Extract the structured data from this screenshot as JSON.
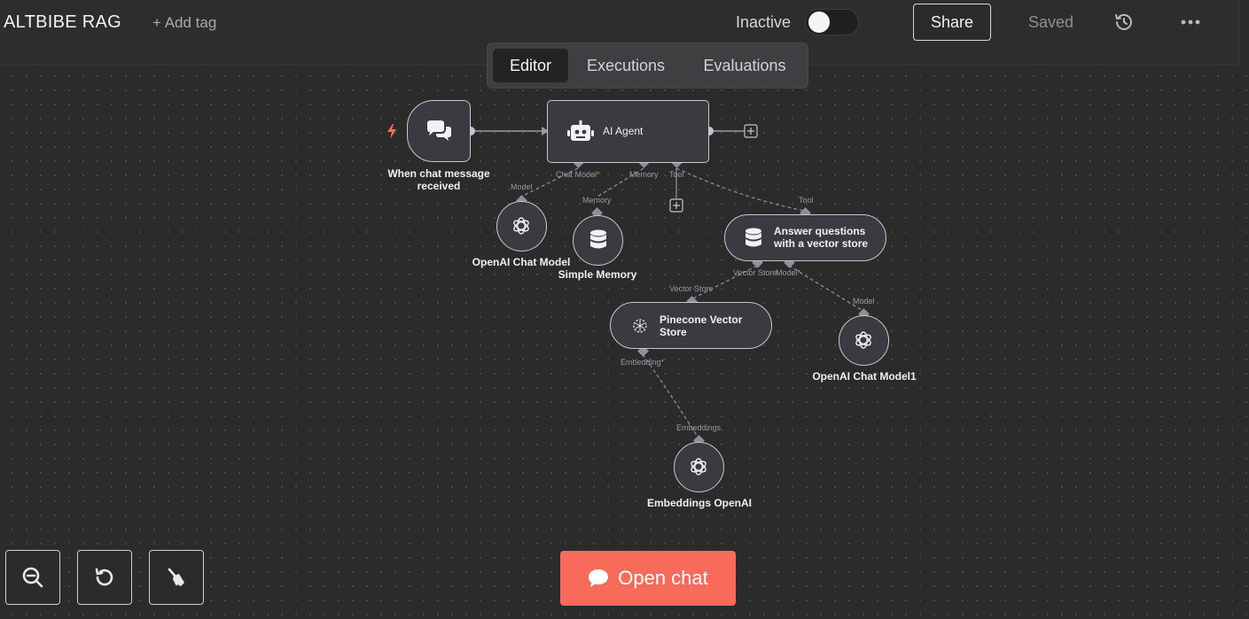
{
  "header": {
    "workflow_name": "ALTBIBE RAG",
    "add_tag": "+ Add tag",
    "status_label": "Inactive",
    "active": false,
    "share_label": "Share",
    "saved_label": "Saved",
    "history_icon": "history-icon",
    "more_icon": "more-horizontal-icon"
  },
  "tabs": [
    {
      "label": "Editor",
      "active": true
    },
    {
      "label": "Executions",
      "active": false
    },
    {
      "label": "Evaluations",
      "active": false
    }
  ],
  "nodes": {
    "trigger": {
      "label_line1": "When chat message",
      "label_line2": "received",
      "icon": "chat-bubbles-icon",
      "badge_icon": "lightning-icon"
    },
    "agent": {
      "label": "AI Agent",
      "icon": "robot-icon"
    },
    "openai_chat": {
      "label": "OpenAI Chat Model",
      "icon": "openai-icon"
    },
    "memory": {
      "label": "Simple Memory",
      "icon": "database-icon"
    },
    "vector_tool": {
      "label_line1": "Answer questions",
      "label_line2": "with a vector store",
      "icon": "database-icon"
    },
    "pinecone": {
      "label_line1": "Pinecone Vector",
      "label_line2": "Store",
      "icon": "pinecone-icon"
    },
    "openai_chat1": {
      "label": "OpenAI Chat Model1",
      "icon": "openai-icon"
    },
    "embeddings": {
      "label": "Embeddings OpenAI",
      "icon": "openai-icon"
    }
  },
  "ports": {
    "agent_chat_model": "Chat Model",
    "agent_memory": "Memory",
    "agent_tool": "Tool",
    "openai_model": "Model",
    "memory_in": "Memory",
    "tool_in": "Tool",
    "vt_vector_store": "Vector Store",
    "vt_model": "Model",
    "pinecone_in": "Vector Store",
    "model1_in": "Model",
    "pinecone_embedding": "Embedding",
    "embeddings_in": "Embeddings",
    "required_mark": "*"
  },
  "footer": {
    "zoom_out_icon": "zoom-out-icon",
    "reset_icon": "reset-icon",
    "tidy_icon": "broom-icon",
    "open_chat_label": "Open chat",
    "open_chat_icon": "chat-icon",
    "accent_color": "#f86b5b"
  }
}
